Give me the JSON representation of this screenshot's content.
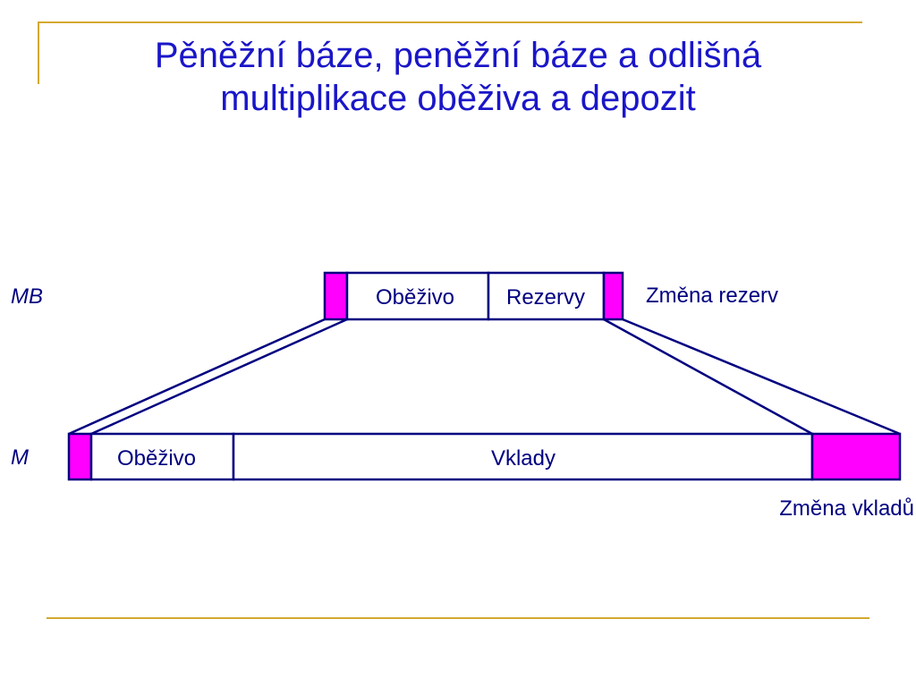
{
  "title": {
    "line1": "Pěněžní báze, peněžní báze a odlišná",
    "line2": "multiplikace oběživa a depozit"
  },
  "diagram": {
    "mb_label": "MB",
    "m_label": "M",
    "mb_currency": "Oběživo",
    "mb_reserves": "Rezervy",
    "reserve_change": "Změna rezerv",
    "m_currency": "Oběživo",
    "m_deposits": "Vklady",
    "deposit_change": "Změna vkladů"
  },
  "colors": {
    "title": "#1a16c8",
    "outline": "#000080",
    "highlight": "#ff00ff",
    "frame": "#d4a830"
  }
}
